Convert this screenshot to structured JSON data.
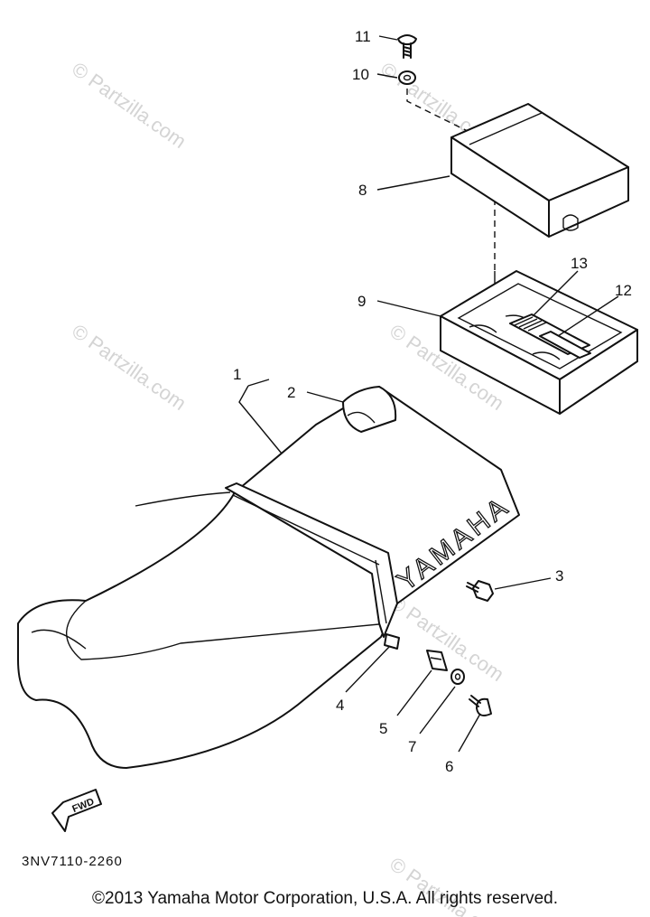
{
  "diagram": {
    "callouts": [
      "1",
      "2",
      "3",
      "4",
      "5",
      "6",
      "7",
      "8",
      "9",
      "10",
      "11",
      "12",
      "13"
    ],
    "brand_mark": "YAMAHA",
    "fwd_label": "FWD",
    "part_code": "3NV7110-2260",
    "watermark": "© Partzilla.com",
    "copyright": "©2013  Yamaha Motor Corporation, U.S.A. All rights reserved."
  }
}
